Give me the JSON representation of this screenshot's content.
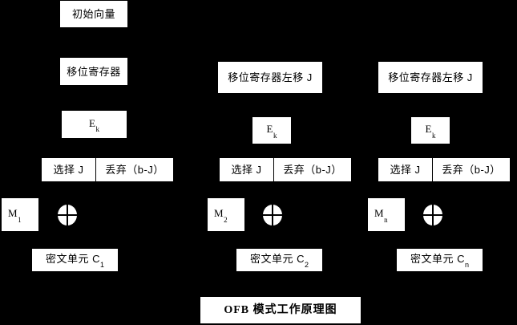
{
  "diagram": {
    "title": "OFB 模式工作原理图",
    "background_color": "#000000",
    "box_color": "#ffffff",
    "text_color": "#000000",
    "iv_label": "初始向量",
    "xor_symbol": "xor-circle",
    "columns": [
      {
        "shift_register": "移位寄存器",
        "encrypt": "E",
        "encrypt_sub": "k",
        "select": "选择 J",
        "discard": "丢弃（b-J）",
        "plaintext": "M",
        "plaintext_sub": "1",
        "ciphertext": "密文单元 C",
        "ciphertext_sub": "1"
      },
      {
        "shift_register": "移位寄存器左移 J",
        "encrypt": "E",
        "encrypt_sub": "k",
        "select": "选择 J",
        "discard": "丢弃（b-J）",
        "plaintext": "M",
        "plaintext_sub": "2",
        "ciphertext": "密文单元 C",
        "ciphertext_sub": "2"
      },
      {
        "shift_register": "移位寄存器左移 J",
        "encrypt": "E",
        "encrypt_sub": "k",
        "select": "选择 J",
        "discard": "丢弃（b-J）",
        "plaintext": "M",
        "plaintext_sub": "n",
        "ciphertext": "密文单元 C",
        "ciphertext_sub": "n"
      }
    ]
  }
}
